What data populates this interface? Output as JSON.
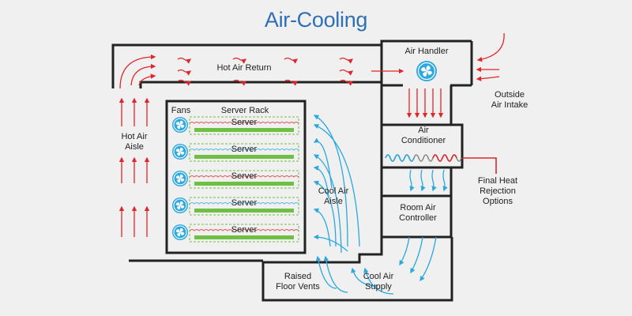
{
  "title": "Air-Cooling",
  "labels": {
    "air_handler": "Air Handler",
    "hot_air_return": "Hot Air Return",
    "outside_air_intake": "Outside\nAir Intake",
    "fans": "Fans",
    "server_rack": "Server Rack",
    "hot_air_aisle": "Hot Air\nAisle",
    "cool_air_aisle": "Cool Air\nAisle",
    "air_conditioner": "Air\nConditioner",
    "final_heat_rejection": "Final Heat\nRejection\nOptions",
    "room_air_controller": "Room Air\nController",
    "raised_floor_vents": "Raised\nFloor Vents",
    "cool_air_supply": "Cool Air\nSupply"
  },
  "servers": [
    "Server",
    "Server",
    "Server",
    "Server",
    "Server"
  ],
  "colors": {
    "title": "#2f6fb5",
    "hot_arrow": "#e0262b",
    "cool_arrow": "#29a8e0",
    "fan": "#2fa8e0",
    "server_bar": "#6fbf44",
    "duct": "#222222",
    "background": "#f0f0f0"
  },
  "icons": [
    "fan-icon"
  ]
}
